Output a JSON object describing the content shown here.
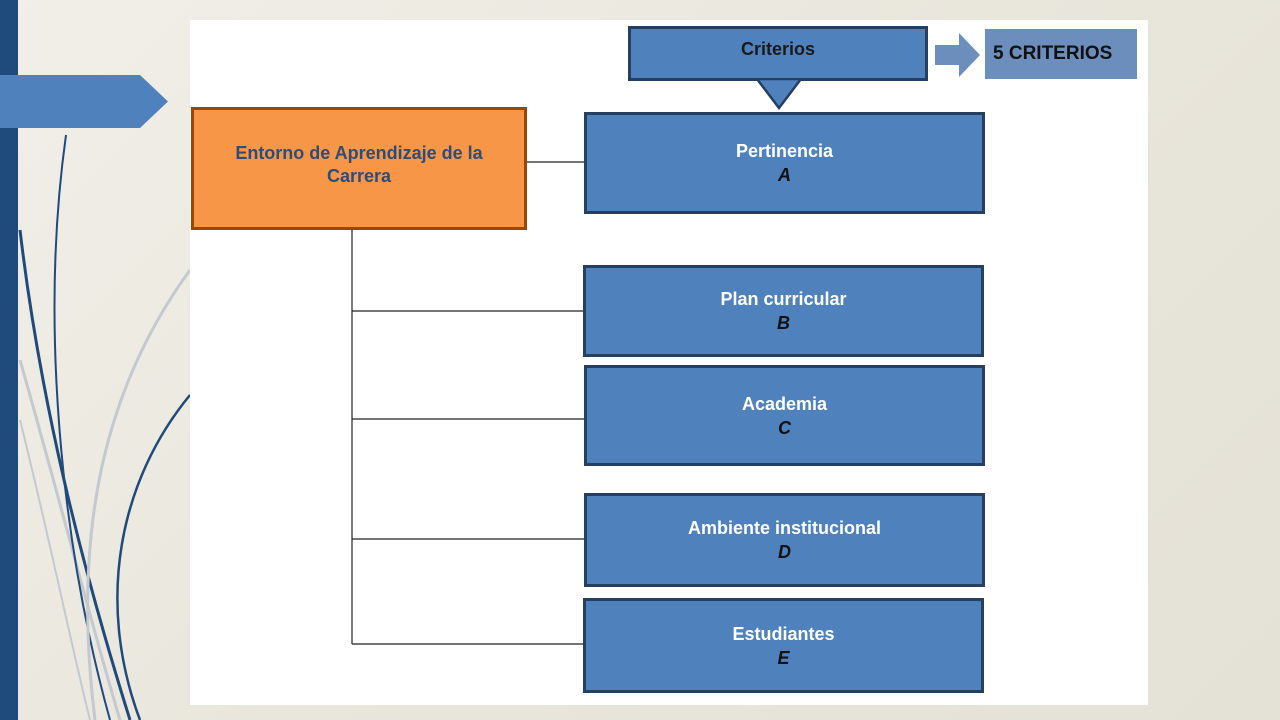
{
  "diagram": {
    "root": {
      "label": "Entorno de Aprendizaje de la Carrera"
    },
    "header": {
      "label": "Criterios"
    },
    "summary": {
      "label": "5 CRITERIOS"
    },
    "criteria": [
      {
        "name": "Pertinencia",
        "code": "A"
      },
      {
        "name": "Plan curricular",
        "code": "B"
      },
      {
        "name": "Academia",
        "code": "C"
      },
      {
        "name": "Ambiente institucional",
        "code": "D"
      },
      {
        "name": "Estudiantes",
        "code": "E"
      }
    ]
  },
  "colors": {
    "root_fill": "#f79646",
    "root_border": "#984807",
    "criteria_fill": "#4f81bd",
    "criteria_border": "#243f60",
    "summary_fill": "#6b8ebc",
    "accent_bar": "#1f4a7c"
  }
}
